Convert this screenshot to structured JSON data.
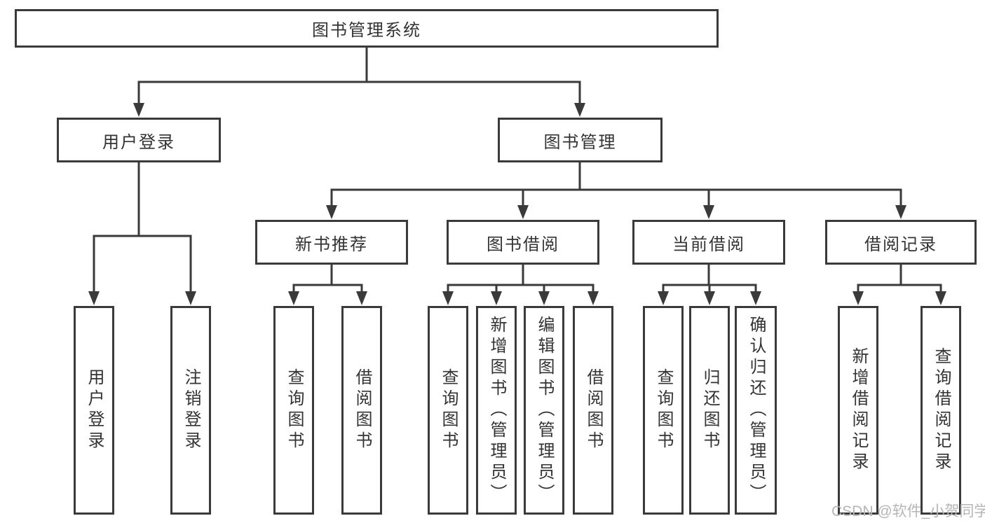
{
  "diagram": {
    "root": {
      "label": "图书管理系统"
    },
    "branches": [
      {
        "label": "用户登录",
        "children": [
          {
            "label": "用户登录"
          },
          {
            "label": "注销登录"
          }
        ]
      },
      {
        "label": "图书管理",
        "children": [
          {
            "label": "新书推荐",
            "children": [
              {
                "label": "查询图书"
              },
              {
                "label": "借阅图书"
              }
            ]
          },
          {
            "label": "图书借阅",
            "children": [
              {
                "label": "查询图书"
              },
              {
                "label": "新增图书（管理员）"
              },
              {
                "label": "编辑图书（管理员）"
              },
              {
                "label": "借阅图书"
              }
            ]
          },
          {
            "label": "当前借阅",
            "children": [
              {
                "label": "查询图书"
              },
              {
                "label": "归还图书"
              },
              {
                "label": "确认归还（管理员）"
              }
            ]
          },
          {
            "label": "借阅记录",
            "children": [
              {
                "label": "新增借阅记录"
              },
              {
                "label": "查询借阅记录"
              }
            ]
          }
        ]
      }
    ],
    "watermark": {
      "text": "CSDN @软件_小贺同学"
    },
    "colors": {
      "line": "#3a3a3a",
      "text": "#333333",
      "watermark": "#b5b5b5",
      "background": "#ffffff"
    }
  }
}
